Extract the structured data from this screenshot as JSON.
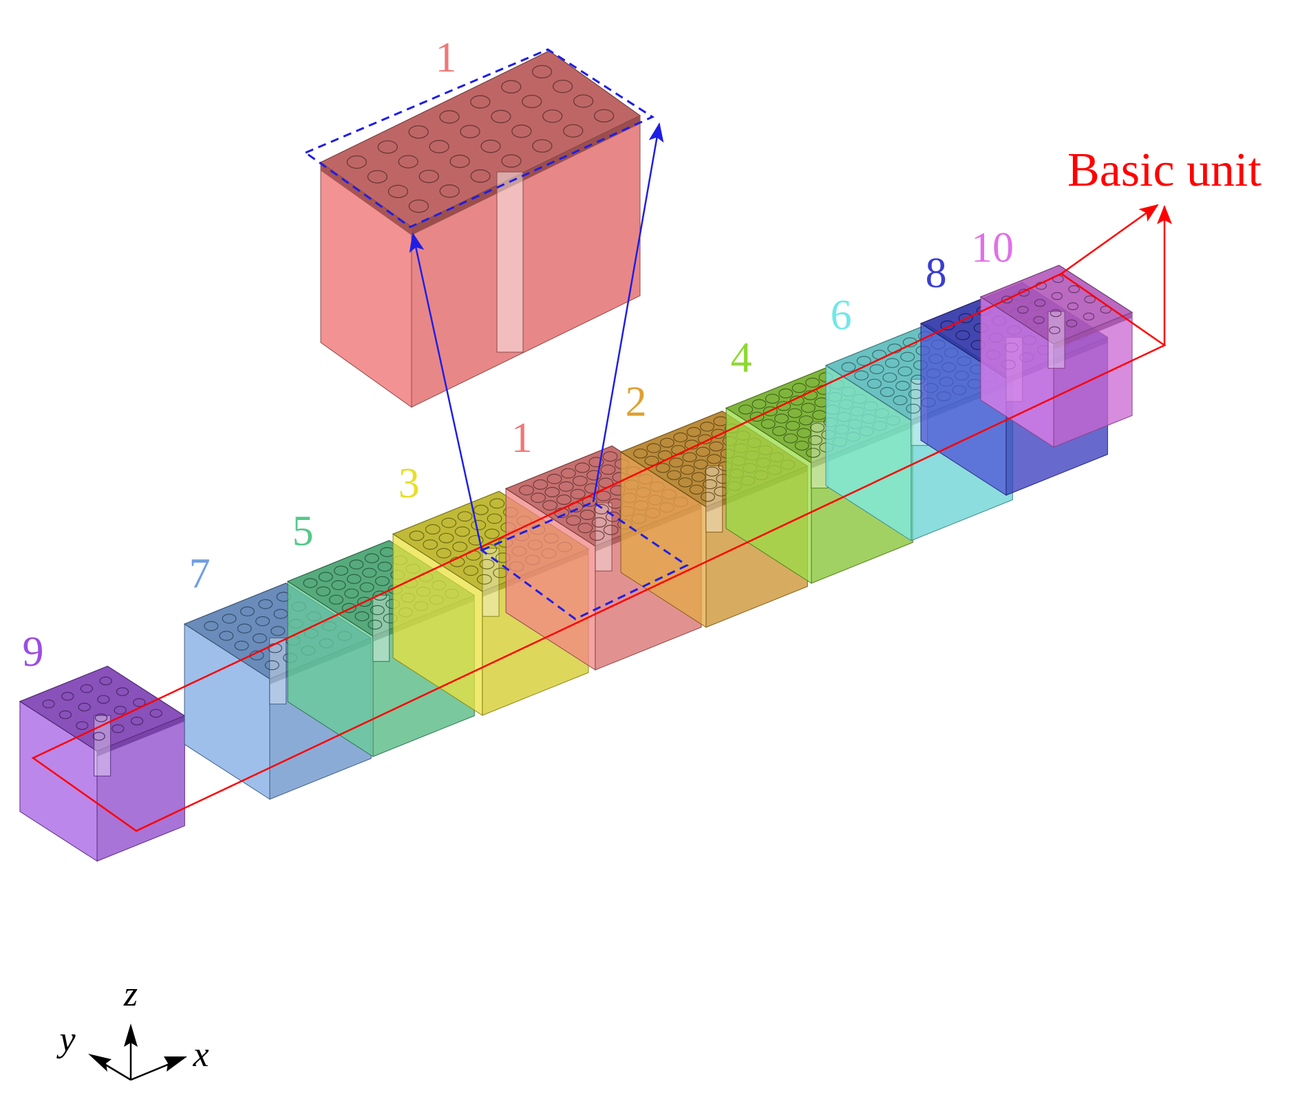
{
  "annotation": {
    "text": "Basic unit",
    "color": "#ff0000"
  },
  "zoom_label": {
    "text": "1",
    "color": "#f07878"
  },
  "units": [
    {
      "label": "9",
      "color": "#9b4de0"
    },
    {
      "label": "7",
      "color": "#6f9fe0"
    },
    {
      "label": "5",
      "color": "#55c98a"
    },
    {
      "label": "3",
      "color": "#e8df2a"
    },
    {
      "label": "1",
      "color": "#f07878"
    },
    {
      "label": "2",
      "color": "#e0a030"
    },
    {
      "label": "4",
      "color": "#8fd832"
    },
    {
      "label": "6",
      "color": "#70e8e8"
    },
    {
      "label": "8",
      "color": "#3a3ed0"
    },
    {
      "label": "10",
      "color": "#e070e8"
    }
  ],
  "hole_grid_sizes": [
    4,
    5,
    6,
    6,
    7,
    7,
    7,
    6,
    5,
    4
  ],
  "axes": {
    "z": "z",
    "y": "y",
    "x": "x"
  },
  "colors": {
    "highlight": "#1e1ee6",
    "outline": "#ff0000"
  }
}
